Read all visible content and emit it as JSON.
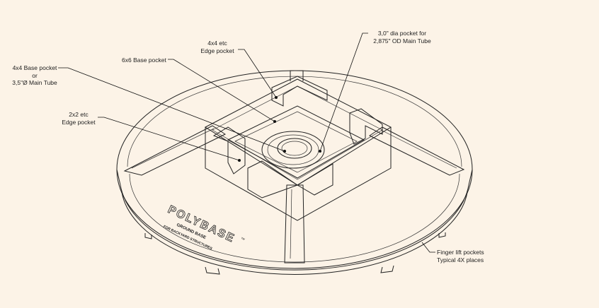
{
  "background_color": "#fcf3e7",
  "line_color": "#222222",
  "callouts": [
    {
      "id": "4x4-base-pocket",
      "lines": [
        "4x4 Base pocket",
        "or",
        "3,5\"Ø  Main Tube"
      ]
    },
    {
      "id": "6x6-base-pocket",
      "lines": [
        "6x6 Base pocket"
      ]
    },
    {
      "id": "4x4-edge-pocket",
      "lines": [
        "4x4 etc",
        "Edge pocket"
      ]
    },
    {
      "id": "3in-dia-pocket",
      "lines": [
        "3,0\" dia pocket for",
        "2,875\" OD Main Tube"
      ]
    },
    {
      "id": "2x2-edge-pocket",
      "lines": [
        "2x2 etc",
        "Edge pocket"
      ]
    },
    {
      "id": "finger-lift-pockets",
      "lines": [
        "Finger lift pockets",
        "Typical 4X places"
      ]
    }
  ],
  "logo": {
    "brand": "POLYBASE",
    "trademark": "™",
    "line2": "GROUND BASE",
    "line3": "FOR BACKYARD STRUCTURES"
  }
}
